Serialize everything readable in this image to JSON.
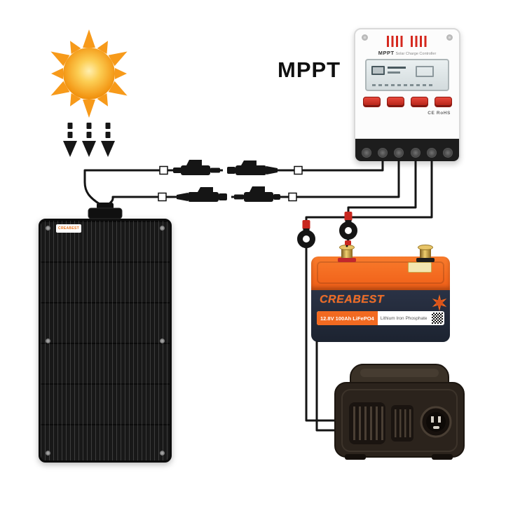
{
  "page": {
    "title_label": "MPPT"
  },
  "controller": {
    "brand": "MPPT",
    "subtitle": "Solar Charge Controller",
    "cert": "CE RoHS"
  },
  "battery": {
    "brand": "CREABEST",
    "spec": "12.8V 100Ah LiFePO4",
    "chem": "Lithium Iron Phosphate"
  },
  "panel": {
    "brand": "CREABEST"
  },
  "icons": {
    "sun": "sun-icon",
    "down_arrows": "arrow-down-icon",
    "mc4_connector": "mc4-connector-icon",
    "ring_terminal": "ring-terminal-icon",
    "inverter": "inverter-icon"
  },
  "colors": {
    "sun_orange": "#F49A1C",
    "vent_red": "#D5281E",
    "button_red": "#C8271F",
    "battery_orange": "#F26A21",
    "battery_navy": "#232B3D",
    "terminal_brass": "#E8C05A",
    "wire_black": "#141414",
    "inverter_brown": "#2B231C"
  }
}
